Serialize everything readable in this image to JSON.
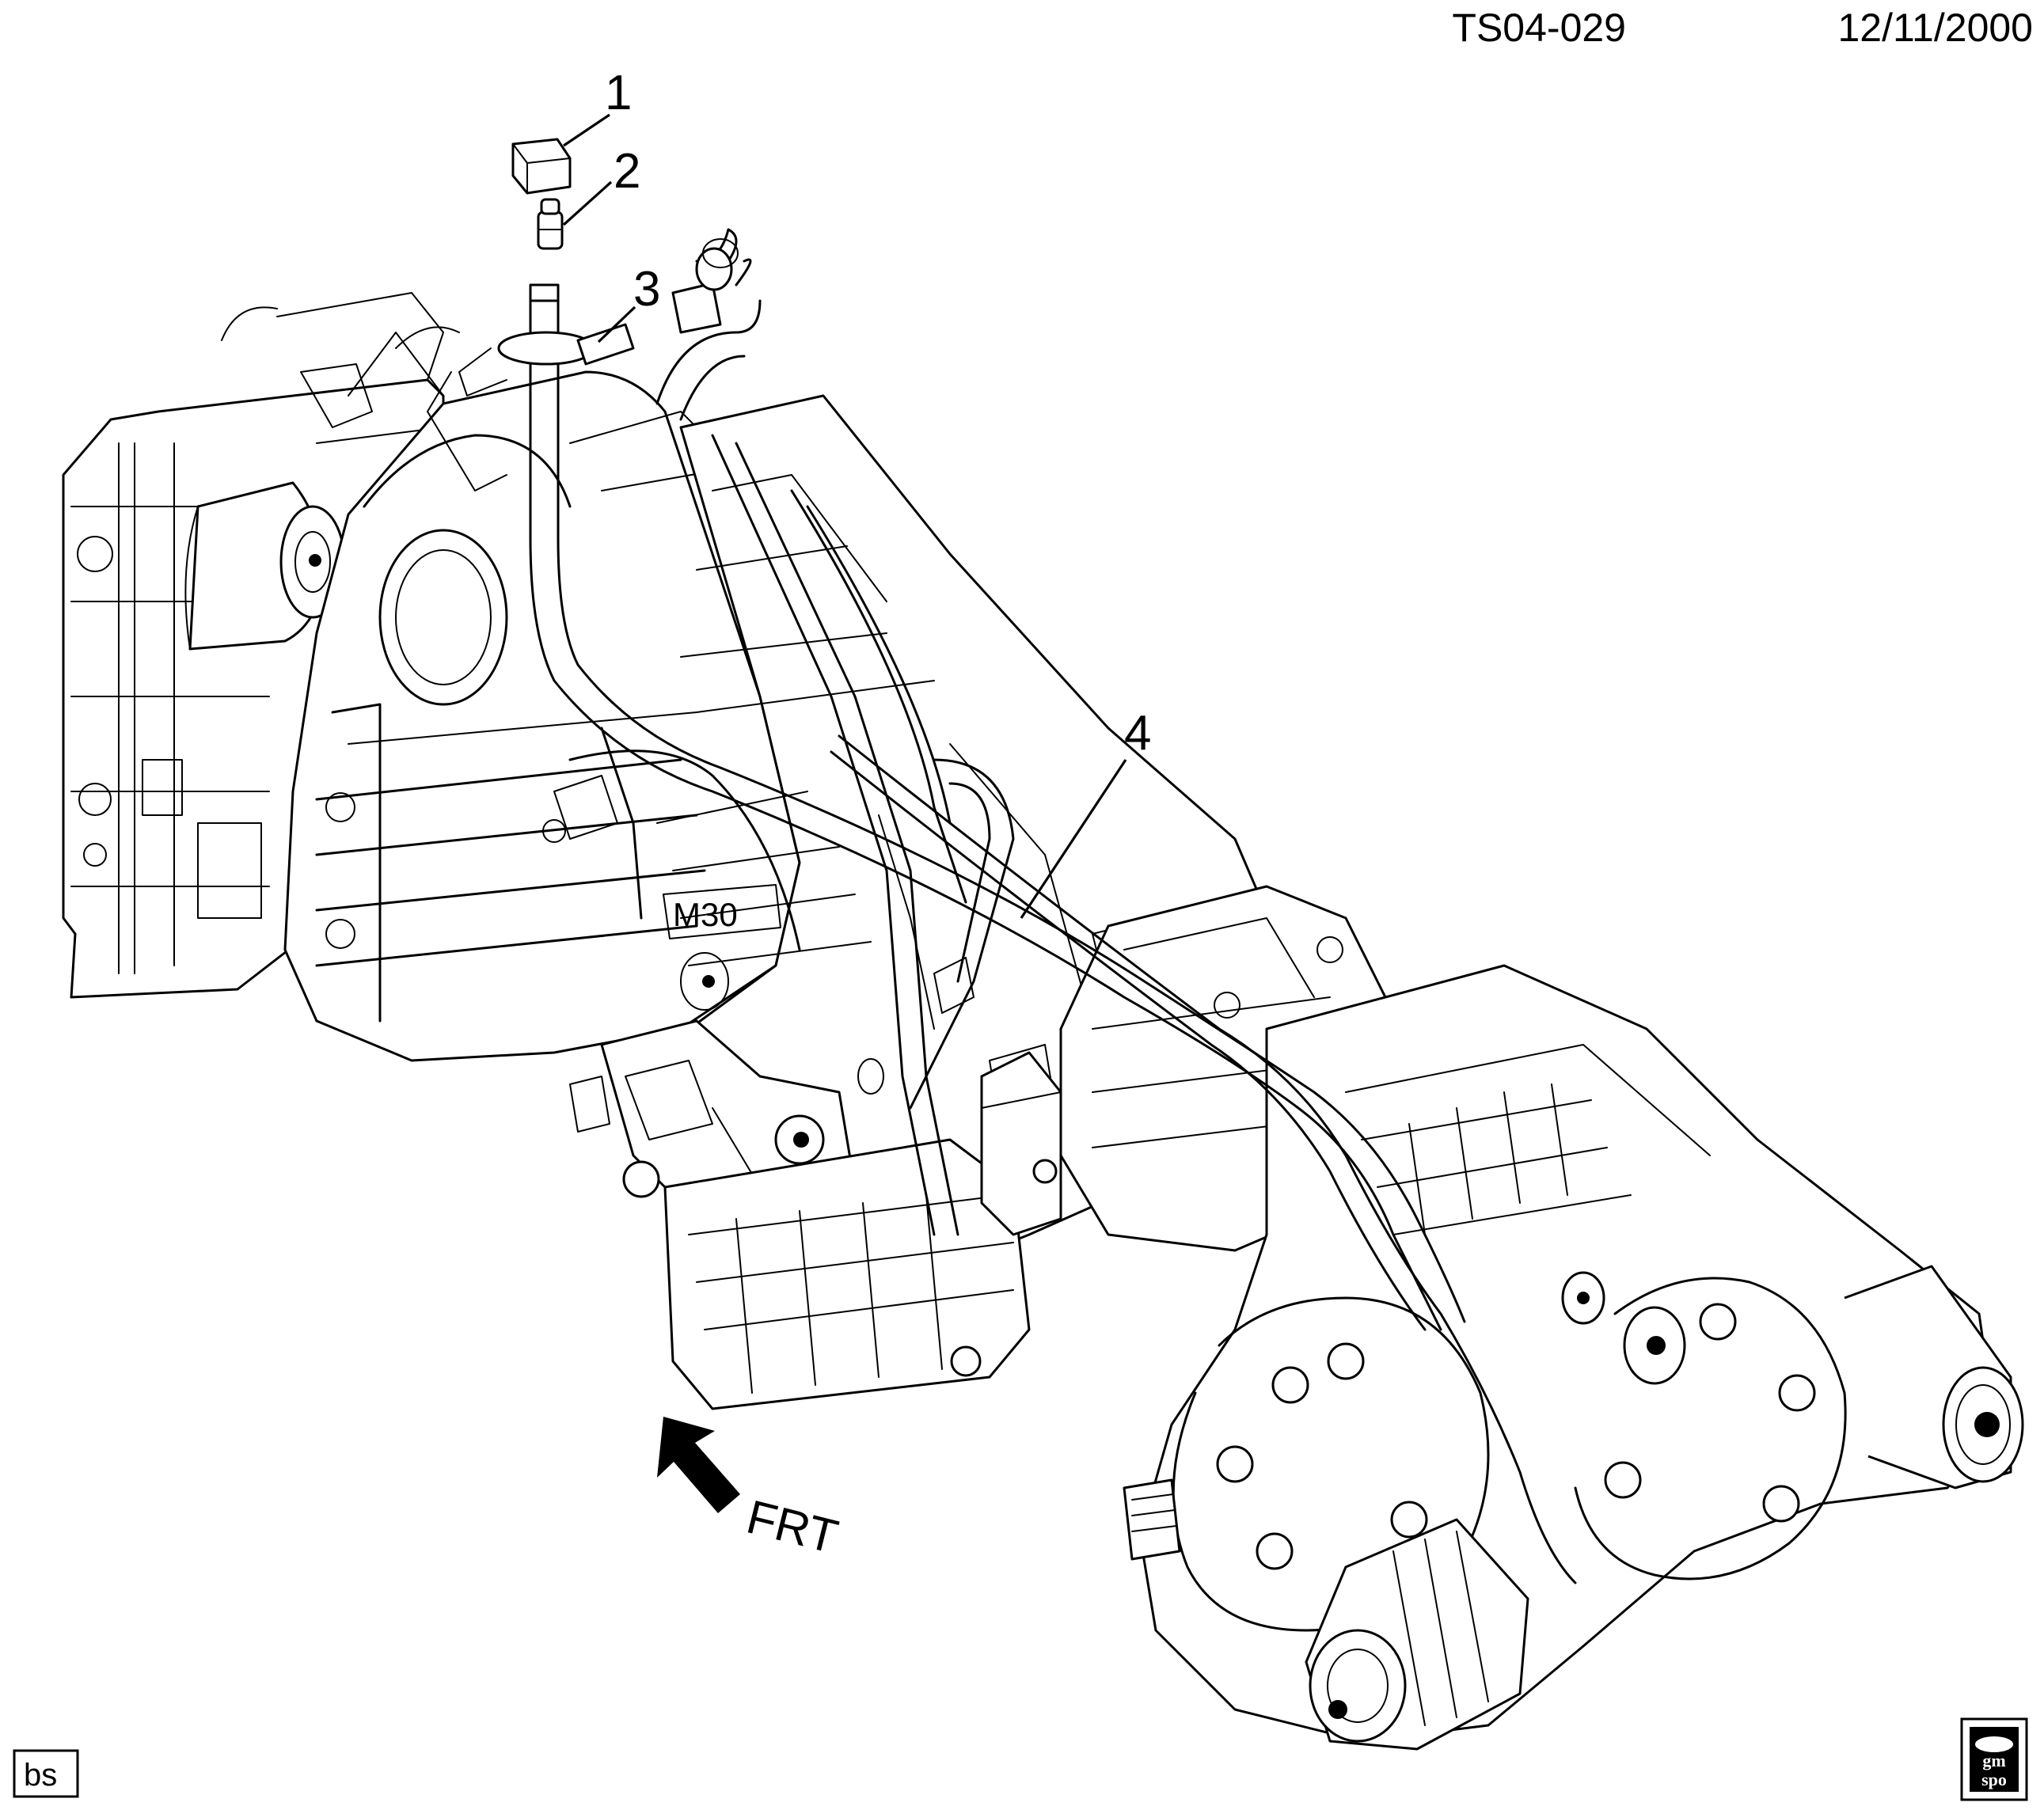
{
  "header": {
    "drawing_code": "TS04-029",
    "date": "12/11/2000"
  },
  "callouts": [
    {
      "id": "1",
      "label": "1"
    },
    {
      "id": "2",
      "label": "2"
    },
    {
      "id": "3",
      "label": "3"
    },
    {
      "id": "4",
      "label": "4"
    }
  ],
  "direction": {
    "label": "FRT"
  },
  "transmission": {
    "model_mark": "M30"
  },
  "footer": {
    "badge": "bs",
    "logo_top": "gm",
    "logo_bottom": "spo"
  }
}
